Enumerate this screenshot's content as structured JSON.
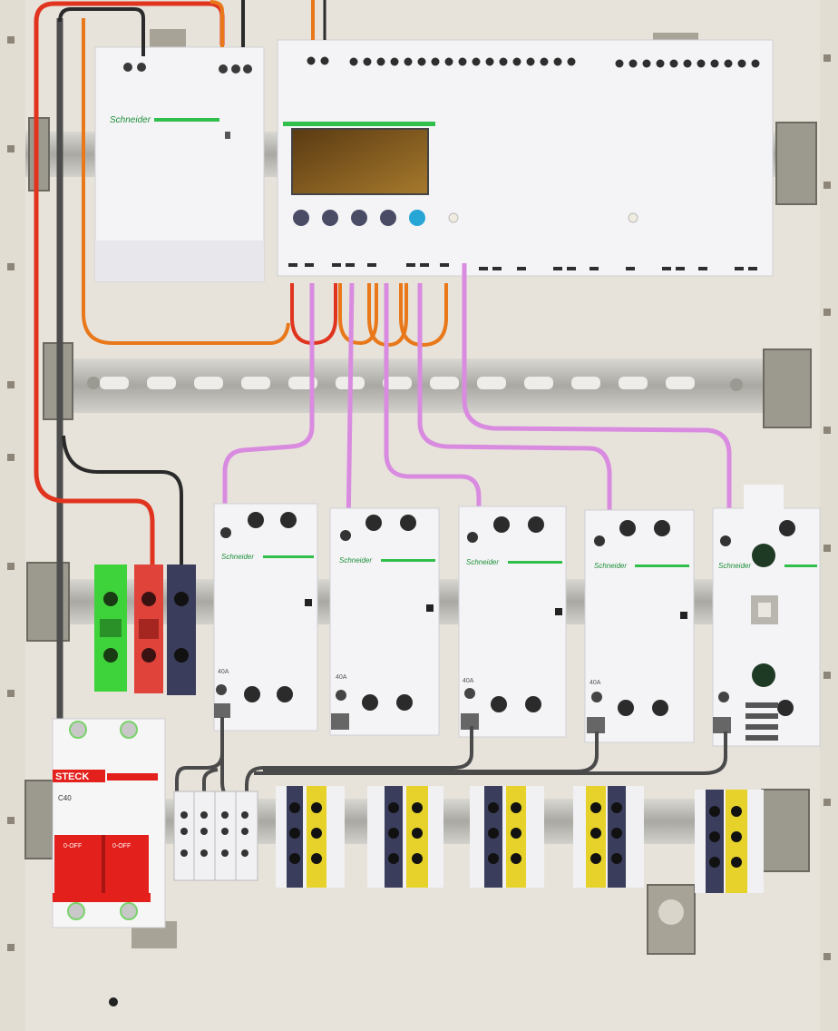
{
  "brand": {
    "schneider": "Schneider",
    "steck": "STECK"
  },
  "breaker": {
    "off_label_left": "0-OFF",
    "off_label_right": "0-OFF",
    "rating": "C40"
  },
  "contactor_rating": "40A",
  "colors": {
    "panel": "#e9e5dc",
    "din_rail": "#b8b7b2",
    "brand_green": "#2fbf4a",
    "wire_red": "#e0341f",
    "wire_orange": "#e8781a",
    "wire_pink": "#d98be0",
    "wire_black": "#2a2a2a",
    "lcd": "#8a5a1e",
    "terminal_yellow": "#e6d22a",
    "terminal_navy": "#3a3d5c",
    "breaker_red": "#e3201b"
  },
  "icons": {
    "screw": "screw-icon",
    "led": "indicator-led-icon",
    "button": "push-button-icon"
  }
}
